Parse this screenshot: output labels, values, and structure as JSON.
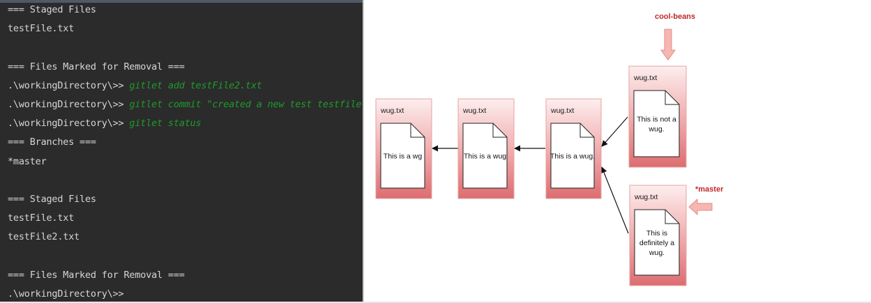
{
  "terminal": {
    "lines": [
      {
        "text": "=== Staged Files",
        "cmd": ""
      },
      {
        "text": "testFile.txt",
        "cmd": ""
      },
      {
        "text": "",
        "cmd": ""
      },
      {
        "text": "=== Files Marked for Removal ===",
        "cmd": ""
      },
      {
        "text": ".\\workingDirectory\\>> ",
        "cmd": "gitlet add testFile2.txt"
      },
      {
        "text": ".\\workingDirectory\\>> ",
        "cmd": "gitlet commit \"created a new test testfile\""
      },
      {
        "text": ".\\workingDirectory\\>> ",
        "cmd": "gitlet status"
      },
      {
        "text": "=== Branches ===",
        "cmd": ""
      },
      {
        "text": "*master",
        "cmd": ""
      },
      {
        "text": "",
        "cmd": ""
      },
      {
        "text": "=== Staged Files",
        "cmd": ""
      },
      {
        "text": "testFile.txt",
        "cmd": ""
      },
      {
        "text": "testFile2.txt",
        "cmd": ""
      },
      {
        "text": "",
        "cmd": ""
      },
      {
        "text": "=== Files Marked for Removal ===",
        "cmd": ""
      },
      {
        "text": ".\\workingDirectory\\>>",
        "cmd": ""
      }
    ]
  },
  "diagram": {
    "commits": [
      {
        "file_label": "wug.txt",
        "content": [
          "This is a wg"
        ]
      },
      {
        "file_label": "wug.txt",
        "content": [
          "This is a wug"
        ]
      },
      {
        "file_label": "wug.txt",
        "content": [
          "This is a wug."
        ]
      },
      {
        "file_label": "wug.txt",
        "content": [
          "This is not a",
          "wug."
        ]
      },
      {
        "file_label": "wug.txt",
        "content": [
          "This is",
          "definitely a",
          "wug."
        ]
      }
    ],
    "branches": {
      "cool_beans": "cool-beans",
      "master": "*master"
    },
    "colors": {
      "commit_top": "#fdeeee",
      "commit_bottom": "#dc6d70",
      "branch_label": "#c0282a",
      "branch_arrow_fill": "#f6b7b2",
      "branch_arrow_stroke": "#e48b87",
      "terminal_bg": "#2b2b2b",
      "terminal_text": "#d6d6d6",
      "command_text": "#1e9b2b"
    }
  }
}
